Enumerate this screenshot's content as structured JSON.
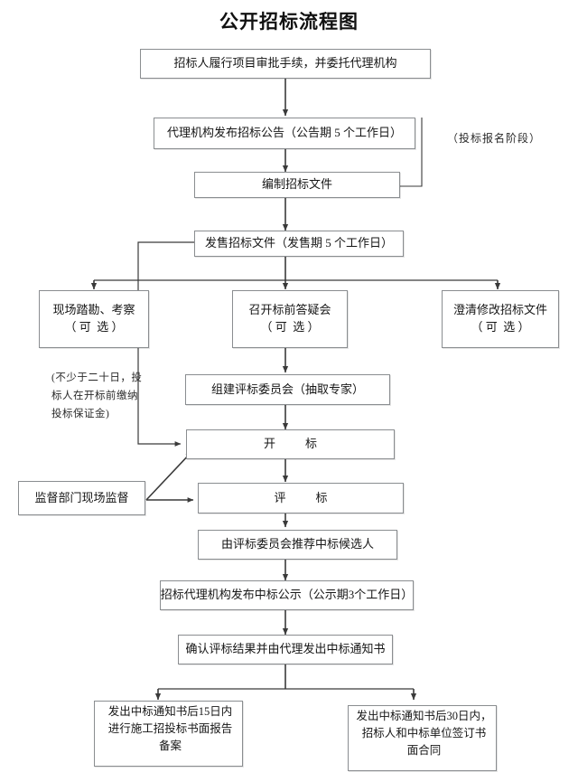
{
  "chart_data": {
    "type": "diagram",
    "title": "公开招标流程图",
    "diagram_kind": "flowchart",
    "orientation": "top-to-bottom",
    "nodes": [
      {
        "id": "n1",
        "label": "招标人履行项目审批手续，并委托代理机构"
      },
      {
        "id": "n2",
        "label": "代理机构发布招标公告（公告期 5 个工作日）"
      },
      {
        "id": "n3",
        "label": "编制招标文件"
      },
      {
        "id": "n4",
        "label": "发售招标文件（发售期 5 个工作日）"
      },
      {
        "id": "n5a",
        "label_line1": "现场踏勘、考察",
        "label_line2": "（ 可  选 ）"
      },
      {
        "id": "n5b",
        "label_line1": "召开标前答疑会",
        "label_line2": "（ 可  选 ）"
      },
      {
        "id": "n5c",
        "label_line1": "澄清修改招标文件",
        "label_line2": "（ 可  选 ）"
      },
      {
        "id": "n6",
        "label": "组建评标委员会（抽取专家）"
      },
      {
        "id": "n7",
        "label": "开　标"
      },
      {
        "id": "n8",
        "label": "评　标"
      },
      {
        "id": "n9",
        "label": "监督部门现场监督"
      },
      {
        "id": "n10",
        "label": "由评标委员会推荐中标候选人"
      },
      {
        "id": "n11",
        "label": "招标代理机构发布中标公示（公示期3个工作日）"
      },
      {
        "id": "n12",
        "label": "确认评标结果并由代理发出中标通知书"
      },
      {
        "id": "n13",
        "label_line1": "发出中标通知书后15日内",
        "label_line2": "进行施工招投标书面报告",
        "label_line3": "备案"
      },
      {
        "id": "n14",
        "label_line1": "发出中标通知书后30日内，",
        "label_line2": "招标人和中标单位签订书",
        "label_line3": "面合同"
      }
    ],
    "annotations": [
      {
        "id": "a1",
        "text": "（投标报名阶段）"
      },
      {
        "id": "a2_line1",
        "text": "(不少于二十日，投"
      },
      {
        "id": "a2_line2",
        "text": "标人在开标前缴纳"
      },
      {
        "id": "a2_line3",
        "text": "投标保证金)"
      }
    ],
    "edges": [
      {
        "from": "n1",
        "to": "n2"
      },
      {
        "from": "n2",
        "to": "n3"
      },
      {
        "from": "n3",
        "to": "n4"
      },
      {
        "from": "n4",
        "to": "n5a"
      },
      {
        "from": "n4",
        "to": "n5b"
      },
      {
        "from": "n4",
        "to": "n5c"
      },
      {
        "from": "n4",
        "to": "n7"
      },
      {
        "from": "n5b",
        "to": "n6"
      },
      {
        "from": "n6",
        "to": "n7"
      },
      {
        "from": "n7",
        "to": "n8"
      },
      {
        "from": "n9",
        "to": "n7"
      },
      {
        "from": "n9",
        "to": "n8"
      },
      {
        "from": "n8",
        "to": "n10"
      },
      {
        "from": "n10",
        "to": "n11"
      },
      {
        "from": "n11",
        "to": "n12"
      },
      {
        "from": "n12",
        "to": "n13"
      },
      {
        "from": "n12",
        "to": "n14"
      }
    ],
    "colors": {
      "box_border": "#8a8d90",
      "box_fill": "#ffffff",
      "connector": "#3a3a3a",
      "text": "#161616",
      "background": "#ffffff"
    }
  },
  "title": {
    "text": "公开招标流程图"
  },
  "nodes": {
    "n1": "招标人履行项目审批手续，并委托代理机构",
    "n2": "代理机构发布招标公告（公告期 5 个工作日）",
    "n3": "编制招标文件",
    "n4": "发售招标文件（发售期 5 个工作日）",
    "n5a_1": "现场踏勘、考察",
    "n5a_2": "（ 可  选 ）",
    "n5b_1": "召开标前答疑会",
    "n5b_2": "（ 可  选 ）",
    "n5c_1": "澄清修改招标文件",
    "n5c_2": "（ 可  选 ）",
    "n6": "组建评标委员会（抽取专家）",
    "n7": "开　标",
    "n8": "评　标",
    "n9": "监督部门现场监督",
    "n10": "由评标委员会推荐中标候选人",
    "n11": "招标代理机构发布中标公示（公示期3个工作日）",
    "n12": "确认评标结果并由代理发出中标通知书",
    "n13_1": "发出中标通知书后15日内",
    "n13_2": "进行施工招投标书面报告",
    "n13_3": "备案",
    "n14_1": "发出中标通知书后30日内，",
    "n14_2": "招标人和中标单位签订书",
    "n14_3": "面合同"
  },
  "annotations": {
    "stage": "（投标报名阶段）",
    "deposit_1": "(不少于二十日，投",
    "deposit_2": "标人在开标前缴纳",
    "deposit_3": "投标保证金)"
  }
}
